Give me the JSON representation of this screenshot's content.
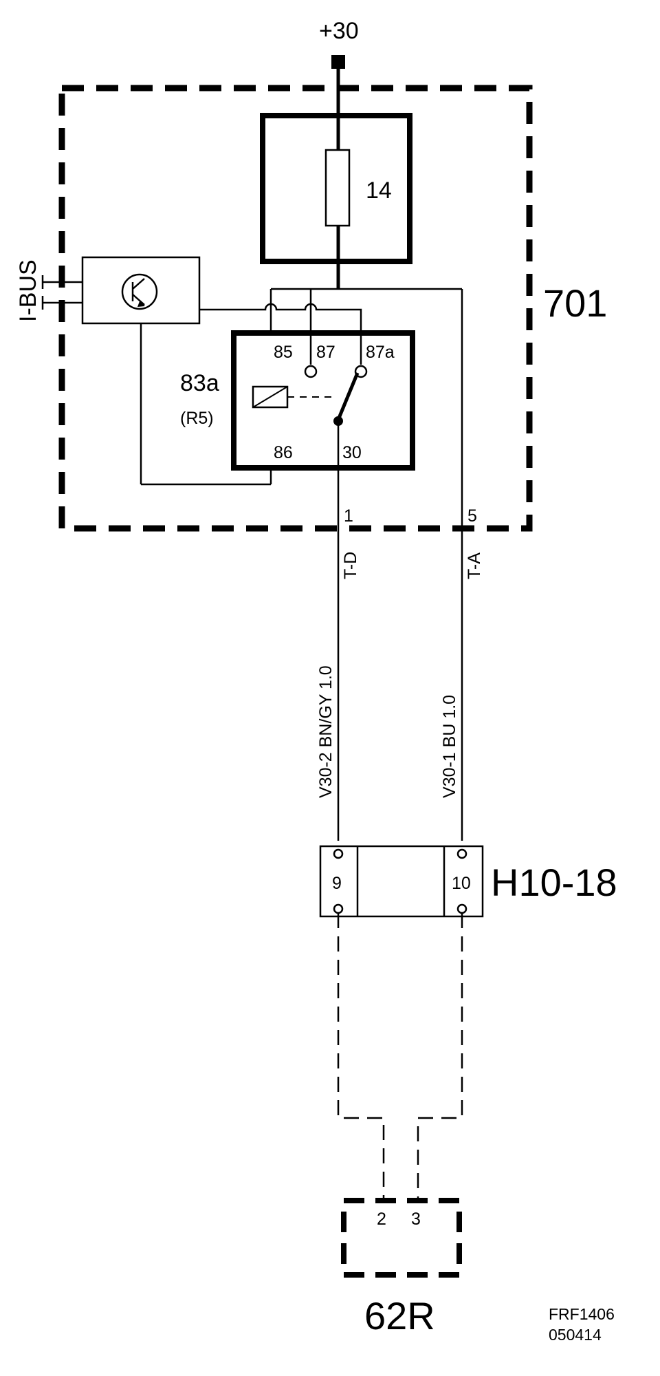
{
  "supply": {
    "label": "+30"
  },
  "module": {
    "label": "701"
  },
  "fuse": {
    "label": "14"
  },
  "ibus": {
    "label": "I-BUS"
  },
  "relay": {
    "label": "83a",
    "sublabel": "(R5)",
    "pins": {
      "p85": "85",
      "p87": "87",
      "p87a": "87a",
      "p86": "86",
      "p30": "30"
    }
  },
  "module_pins": {
    "left": "1",
    "right": "5"
  },
  "circuits": {
    "left": "T-D",
    "right": "T-A"
  },
  "wires": {
    "left": "V30-2  BN/GY 1.0",
    "right": "V30-1  BU 1.0"
  },
  "connector": {
    "label": "H10-18",
    "pin_left": "9",
    "pin_right": "10"
  },
  "speaker": {
    "label": "62R",
    "pin_left": "2",
    "pin_right": "3"
  },
  "footer": {
    "code": "FRF1406",
    "date": "050414"
  }
}
